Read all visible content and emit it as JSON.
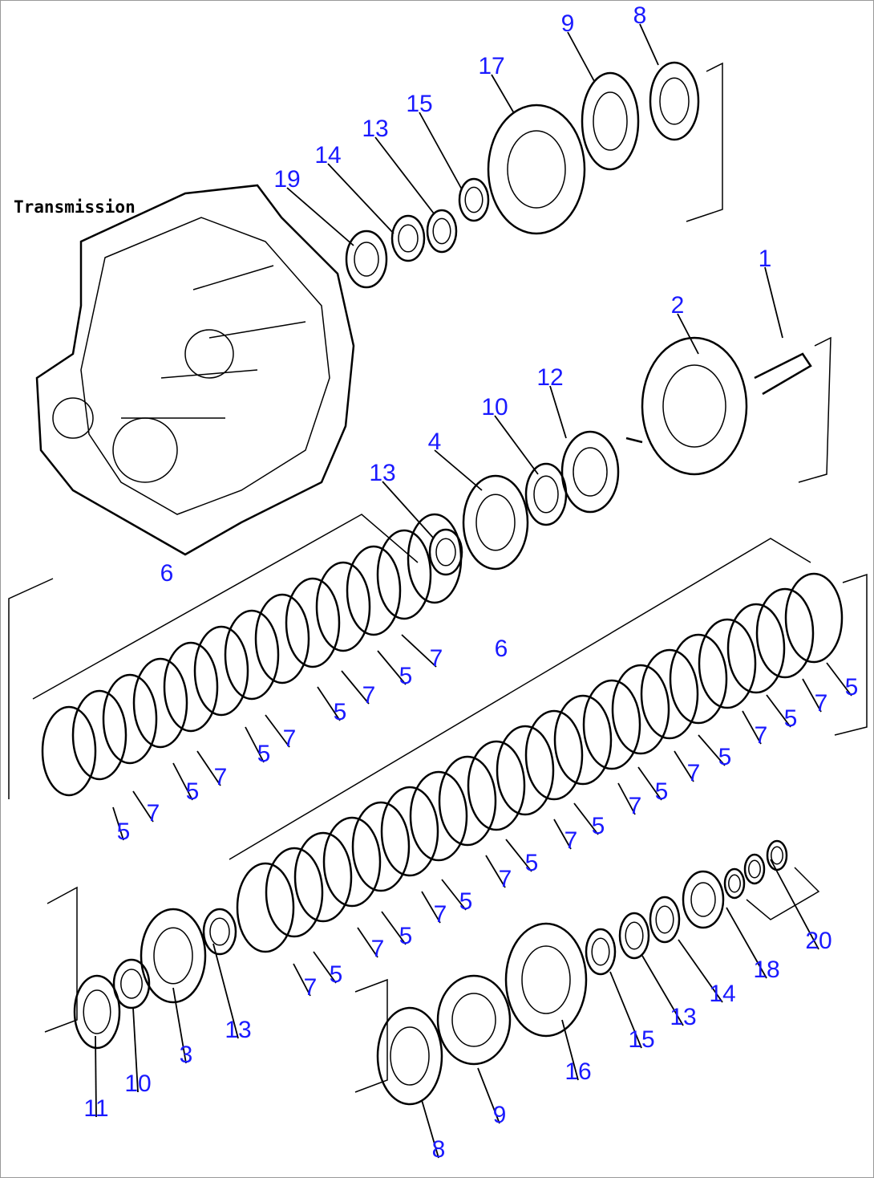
{
  "diagram": {
    "title_label": "Transmission",
    "callouts": [
      "9",
      "8",
      "17",
      "15",
      "13",
      "14",
      "19",
      "1",
      "2",
      "12",
      "10",
      "4",
      "13",
      "6",
      "6",
      "7",
      "5",
      "7",
      "5",
      "7",
      "5",
      "7",
      "5",
      "7",
      "5",
      "5",
      "7",
      "5",
      "7",
      "5",
      "7",
      "5",
      "7",
      "5",
      "7",
      "5",
      "7",
      "5",
      "7",
      "5",
      "7",
      "5",
      "7",
      "13",
      "3",
      "10",
      "11",
      "20",
      "18",
      "14",
      "13",
      "15",
      "16",
      "9",
      "8"
    ]
  }
}
